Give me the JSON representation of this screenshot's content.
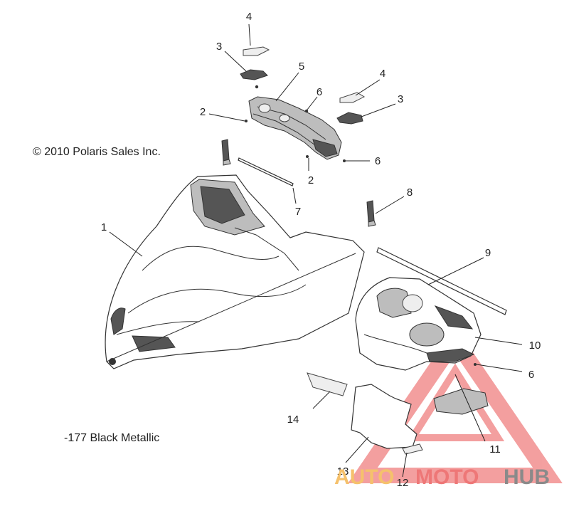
{
  "copyright": "© 2010 Polaris Sales Inc.",
  "color_note": "-177 Black Metallic",
  "watermark": {
    "part1": "AUTO",
    "part2": "MOTO",
    "part3": "HUB",
    "color_auto": "#f5c16c",
    "color_moto": "#ee7777",
    "color_hub": "#8a8a8a"
  },
  "callouts": [
    {
      "label": "4"
    },
    {
      "label": "3"
    },
    {
      "label": "5"
    },
    {
      "label": "4"
    },
    {
      "label": "6"
    },
    {
      "label": "3"
    },
    {
      "label": "2"
    },
    {
      "label": "6"
    },
    {
      "label": "2"
    },
    {
      "label": "7"
    },
    {
      "label": "8"
    },
    {
      "label": "1"
    },
    {
      "label": "9"
    },
    {
      "label": "10"
    },
    {
      "label": "6"
    },
    {
      "label": "14"
    },
    {
      "label": "11"
    },
    {
      "label": "13"
    },
    {
      "label": "12"
    }
  ]
}
